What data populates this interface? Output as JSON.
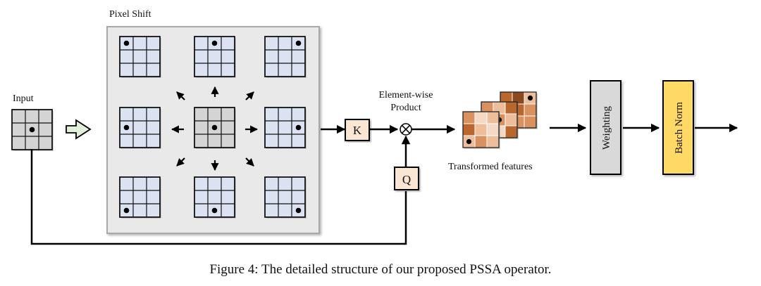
{
  "labels": {
    "input": "Input",
    "pixel_shift": "Pixel Shift",
    "element_wise_line1": "Element-wise",
    "element_wise_line2": "Product",
    "k": "K",
    "q": "Q",
    "transformed_features": "Transformed features",
    "weighting": "Weighting",
    "batch_norm": "Batch Norm",
    "caption": "Figure 4: The detailed structure of our proposed PSSA operator."
  },
  "colors": {
    "grid_blue": "#dbe3f3",
    "grid_gray": "#d4d4d4",
    "panel_gray": "#e9e9e9",
    "kq_fill": "#fbe6d3",
    "weighting_fill": "#d9d9d9",
    "batch_norm_fill": "#ffd966",
    "input_arrow_fill": "#e2efd9",
    "feature_palette": [
      "#f6d9c4",
      "#eebd9c",
      "#d9925f",
      "#b9672d",
      "#8a4a1e"
    ]
  },
  "shift_grids": [
    {
      "id": "top-left",
      "dot": [
        0,
        0
      ]
    },
    {
      "id": "top",
      "dot": [
        0,
        1
      ]
    },
    {
      "id": "top-right",
      "dot": [
        0,
        2
      ]
    },
    {
      "id": "left",
      "dot": [
        1,
        0
      ]
    },
    {
      "id": "center",
      "dot": [
        1,
        1
      ]
    },
    {
      "id": "right",
      "dot": [
        1,
        2
      ]
    },
    {
      "id": "bottom-left",
      "dot": [
        2,
        0
      ]
    },
    {
      "id": "bottom",
      "dot": [
        2,
        1
      ]
    },
    {
      "id": "bottom-right",
      "dot": [
        2,
        2
      ]
    }
  ],
  "input_grid": {
    "dot": [
      1,
      1
    ]
  }
}
